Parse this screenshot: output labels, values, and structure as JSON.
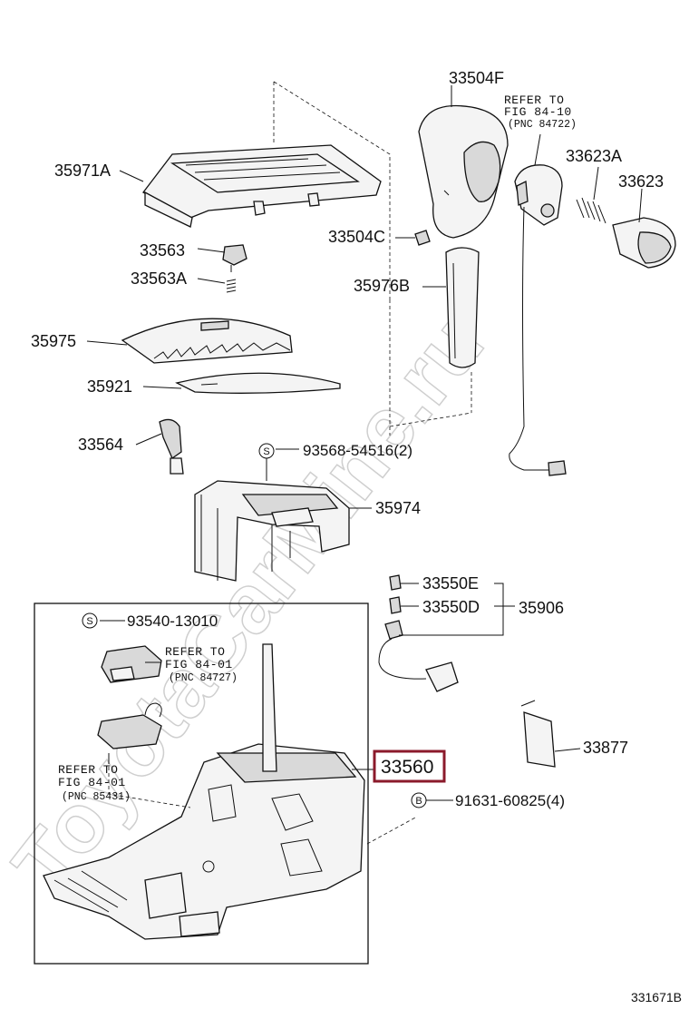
{
  "watermark": "ToyotaCarMine.ru",
  "figure_id": "331671B",
  "highlight_color": "#8b1a2b",
  "labels": {
    "p33504F": "33504F",
    "p35971A": "35971A",
    "p33623A": "33623A",
    "p33623": "33623",
    "p33504C": "33504C",
    "p33563": "33563",
    "p33563A": "33563A",
    "p35976B": "35976B",
    "p35975": "35975",
    "p35921": "35921",
    "p33564": "33564",
    "p93568": "93568-54516(2)",
    "p35974": "35974",
    "p33550E": "33550E",
    "p33550D": "33550D",
    "p35906": "35906",
    "p93540": "93540-13010",
    "p33877": "33877",
    "p33560": "33560",
    "p91631": "91631-60825(4)"
  },
  "refers": {
    "r1": {
      "line1": "REFER TO",
      "line2": "FIG 84-10",
      "line3": "(PNC 84722)"
    },
    "r2": {
      "line1": "REFER TO",
      "line2": "FIG 84-01",
      "line3": "(PNC 84727)"
    },
    "r3": {
      "line1": "REFER TO",
      "line2": "FIG 84-01",
      "line3": "(PNC 85431)"
    }
  },
  "symbols": {
    "s": "S",
    "b": "B"
  }
}
